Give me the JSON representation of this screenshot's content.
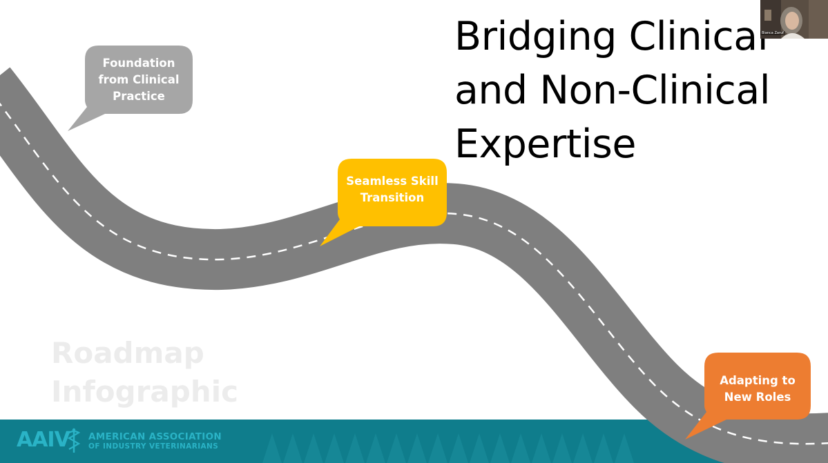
{
  "slide": {
    "title_lines": [
      "Bridging Clinical",
      "and Non-Clinical",
      "Expertise"
    ],
    "watermark_lines": [
      "Roadmap",
      "Infographic"
    ]
  },
  "milestones": [
    {
      "lines": [
        "Foundation",
        "from Clinical",
        "Practice"
      ],
      "color": "#a6a6a6"
    },
    {
      "lines": [
        "Seamless Skill",
        "Transition"
      ],
      "color": "#ffc000"
    },
    {
      "lines": [
        "Adapting to",
        "New Roles"
      ],
      "color": "#ed7d31"
    }
  ],
  "road": {
    "color": "#7f7f7f",
    "marking_color": "#ffffff"
  },
  "footer": {
    "color": "#0f7d8c",
    "logo_mark": "AAIV",
    "org_line1": "AMERICAN ASSOCIATION",
    "org_line2": "OF INDUSTRY VETERINARIANS",
    "accent": "#2ab3c6",
    "icon": "caduceus-icon"
  },
  "webcam": {
    "participant_name": "Bianca Zaruf"
  }
}
